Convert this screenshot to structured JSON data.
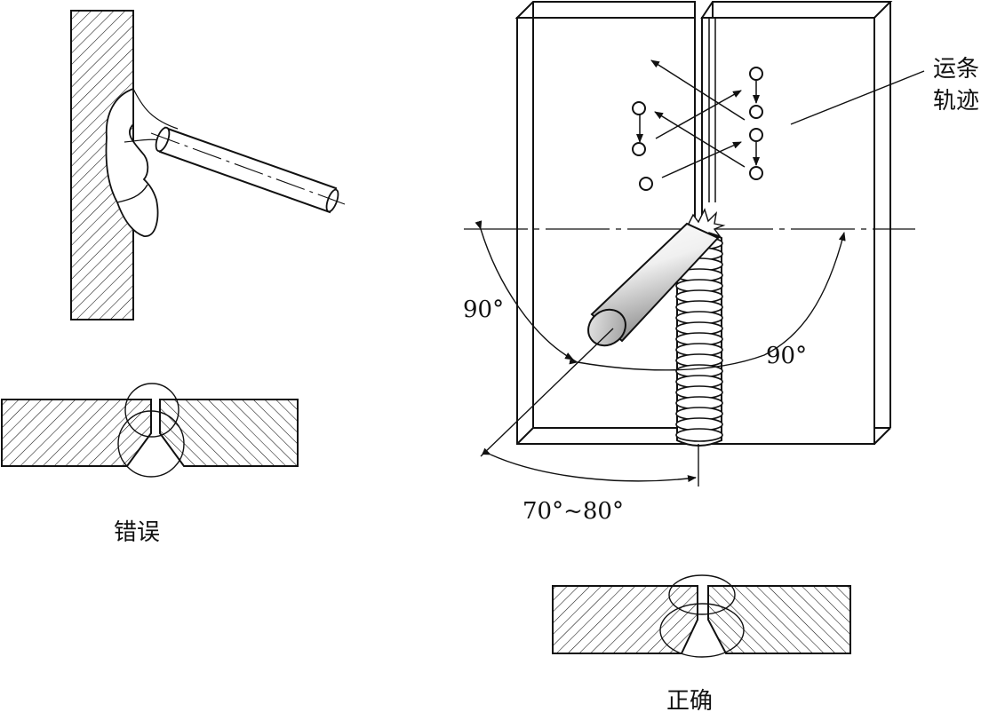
{
  "labels": {
    "wrong": "错误",
    "correct": "正确",
    "trajectory_line1": "运条",
    "trajectory_line2": "轨迹",
    "angle_left": "90°",
    "angle_right": "90°",
    "angle_bottom": "70°~80°"
  },
  "colors": {
    "ink": "#111111",
    "paper": "#ffffff"
  }
}
